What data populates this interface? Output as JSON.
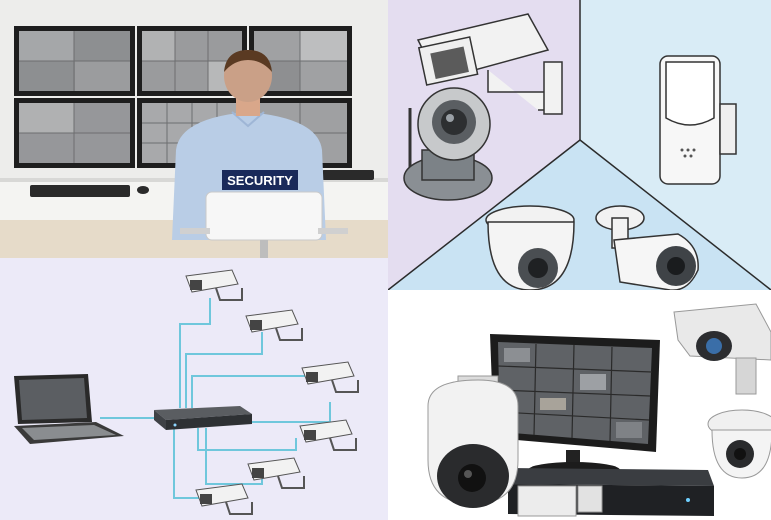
{
  "collage": {
    "panels": [
      {
        "name": "security-guard-monitoring-panel"
      },
      {
        "name": "cctv-camera-types-panel"
      },
      {
        "name": "camera-network-diagram-panel"
      },
      {
        "name": "cctv-equipment-set-panel"
      }
    ]
  },
  "guard_panel": {
    "shirt_label": "SECURITY"
  },
  "colors": {
    "wall_left": "#e4ddf0",
    "wall_right": "#d9ecf6",
    "floor": "#c9e3f3",
    "network_bg": "#eceaf8",
    "network_cable": "#6fc7dc",
    "guard_shirt": "#b9cde6",
    "monitor_frame": "#1e1e1e"
  }
}
